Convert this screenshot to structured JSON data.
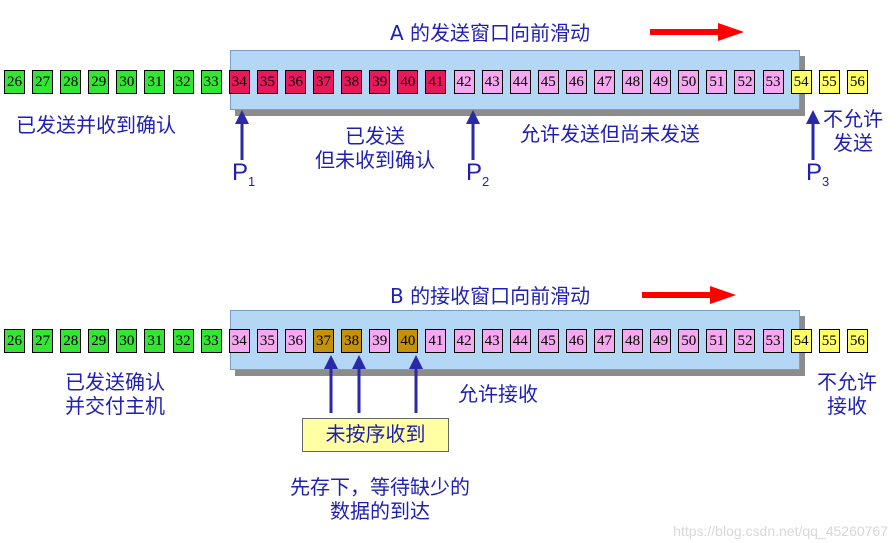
{
  "colors": {
    "acked": "#33e633",
    "sent_unacked": "#e8195a",
    "window": "#f5a7f0",
    "received_out_of_order": "#c59108",
    "not_allowed": "#ffff66",
    "text": "#1f1fb4",
    "window_bg": "#b4d7f5",
    "arrow": "#ff0000"
  },
  "top": {
    "title": "A 的发送窗口向前滑动",
    "cells": [
      {
        "n": "26",
        "s": "green"
      },
      {
        "n": "27",
        "s": "green"
      },
      {
        "n": "28",
        "s": "green"
      },
      {
        "n": "29",
        "s": "green"
      },
      {
        "n": "30",
        "s": "green"
      },
      {
        "n": "31",
        "s": "green"
      },
      {
        "n": "32",
        "s": "green"
      },
      {
        "n": "33",
        "s": "green"
      },
      {
        "n": "34",
        "s": "red"
      },
      {
        "n": "35",
        "s": "red"
      },
      {
        "n": "36",
        "s": "red"
      },
      {
        "n": "37",
        "s": "red"
      },
      {
        "n": "38",
        "s": "red"
      },
      {
        "n": "39",
        "s": "red"
      },
      {
        "n": "40",
        "s": "red"
      },
      {
        "n": "41",
        "s": "red"
      },
      {
        "n": "42",
        "s": "pink"
      },
      {
        "n": "43",
        "s": "pink"
      },
      {
        "n": "44",
        "s": "pink"
      },
      {
        "n": "45",
        "s": "pink"
      },
      {
        "n": "46",
        "s": "pink"
      },
      {
        "n": "47",
        "s": "pink"
      },
      {
        "n": "48",
        "s": "pink"
      },
      {
        "n": "49",
        "s": "pink"
      },
      {
        "n": "50",
        "s": "pink"
      },
      {
        "n": "51",
        "s": "pink"
      },
      {
        "n": "52",
        "s": "pink"
      },
      {
        "n": "53",
        "s": "pink"
      },
      {
        "n": "54",
        "s": "yellow"
      },
      {
        "n": "55",
        "s": "yellow"
      },
      {
        "n": "56",
        "s": "yellow"
      }
    ],
    "acked_label": "已发送并收到确认",
    "sent_label_1": "已发送",
    "sent_label_2": "但未收到确认",
    "allowed_label": "允许发送但尚未发送",
    "not_allowed_label_1": "不允许",
    "not_allowed_label_2": "发送",
    "p1": "P",
    "p1_sub": "1",
    "p2": "P",
    "p2_sub": "2",
    "p3": "P",
    "p3_sub": "3"
  },
  "bottom": {
    "title": "B 的接收窗口向前滑动",
    "cells": [
      {
        "n": "26",
        "s": "green"
      },
      {
        "n": "27",
        "s": "green"
      },
      {
        "n": "28",
        "s": "green"
      },
      {
        "n": "29",
        "s": "green"
      },
      {
        "n": "30",
        "s": "green"
      },
      {
        "n": "31",
        "s": "green"
      },
      {
        "n": "32",
        "s": "green"
      },
      {
        "n": "33",
        "s": "green"
      },
      {
        "n": "34",
        "s": "pink"
      },
      {
        "n": "35",
        "s": "pink"
      },
      {
        "n": "36",
        "s": "pink"
      },
      {
        "n": "37",
        "s": "brown"
      },
      {
        "n": "38",
        "s": "brown"
      },
      {
        "n": "39",
        "s": "pink"
      },
      {
        "n": "40",
        "s": "brown"
      },
      {
        "n": "41",
        "s": "pink"
      },
      {
        "n": "42",
        "s": "pink"
      },
      {
        "n": "43",
        "s": "pink"
      },
      {
        "n": "44",
        "s": "pink"
      },
      {
        "n": "45",
        "s": "pink"
      },
      {
        "n": "46",
        "s": "pink"
      },
      {
        "n": "47",
        "s": "pink"
      },
      {
        "n": "48",
        "s": "pink"
      },
      {
        "n": "49",
        "s": "pink"
      },
      {
        "n": "50",
        "s": "pink"
      },
      {
        "n": "51",
        "s": "pink"
      },
      {
        "n": "52",
        "s": "pink"
      },
      {
        "n": "53",
        "s": "pink"
      },
      {
        "n": "54",
        "s": "yellow"
      },
      {
        "n": "55",
        "s": "yellow"
      },
      {
        "n": "56",
        "s": "yellow"
      }
    ],
    "acked_label_1": "已发送确认",
    "acked_label_2": "并交付主机",
    "allowed_label": "允许接收",
    "not_allowed_label_1": "不允许",
    "not_allowed_label_2": "接收",
    "out_of_order_label": "未按序收到",
    "note_1": "先存下，等待缺少的",
    "note_2": "数据的到达"
  },
  "watermark": "https://blog.csdn.net/qq_45260767"
}
